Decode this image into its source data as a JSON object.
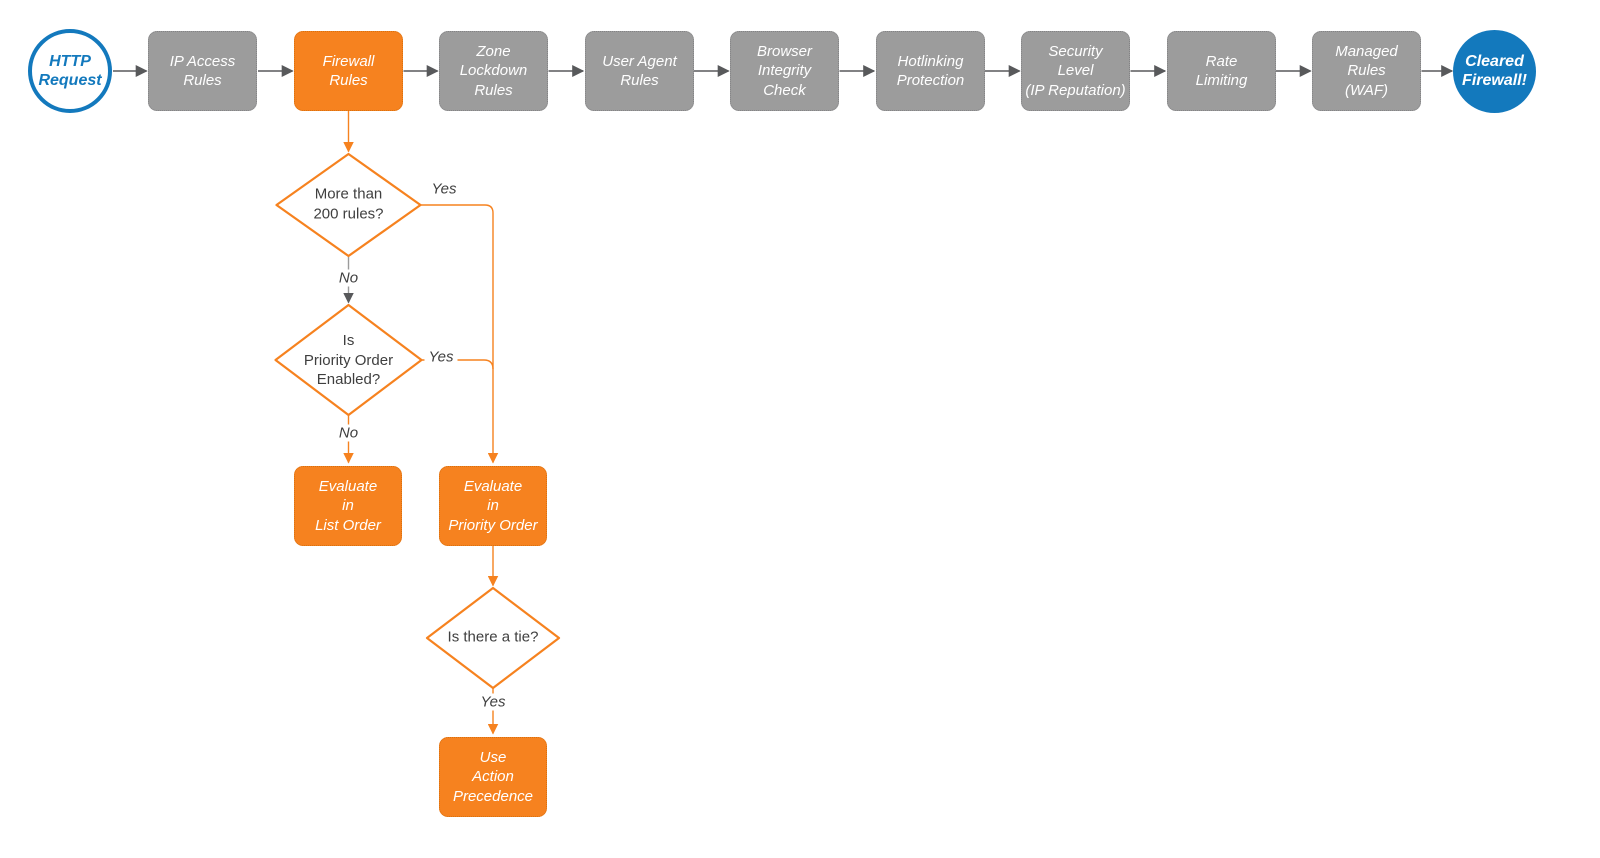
{
  "diagram": {
    "start_node": {
      "label": "HTTP\nRequest"
    },
    "pipeline": [
      {
        "label": "IP Access\nRules"
      },
      {
        "label": "Firewall\nRules"
      },
      {
        "label": "Zone\nLockdown\nRules"
      },
      {
        "label": "User Agent\nRules"
      },
      {
        "label": "Browser\nIntegrity\nCheck"
      },
      {
        "label": "Hotlinking\nProtection"
      },
      {
        "label": "Security\nLevel\n(IP Reputation)"
      },
      {
        "label": "Rate\nLimiting"
      },
      {
        "label": "Managed\nRules\n(WAF)"
      }
    ],
    "end_node": {
      "label": "Cleared\nFirewall!"
    },
    "decisions": [
      {
        "label": "More than\n200 rules?",
        "yes_label": "Yes",
        "no_label": "No"
      },
      {
        "label": "Is\nPriority Order\nEnabled?",
        "yes_label": "Yes",
        "no_label": "No"
      },
      {
        "label": "Is there a tie?",
        "yes_label": "Yes"
      }
    ],
    "actions": [
      {
        "label": "Evaluate\nin\nList Order"
      },
      {
        "label": "Evaluate\nin\nPriority Order"
      },
      {
        "label": "Use\nAction\nPrecedence"
      }
    ],
    "colors": {
      "orange": "#F6821F",
      "blue": "#1379BD",
      "gray_node": "#9C9C9C",
      "connector_dark": "#58595B",
      "connector_gray": "#9B9B9B",
      "text_dark": "#3F3F3F"
    }
  }
}
